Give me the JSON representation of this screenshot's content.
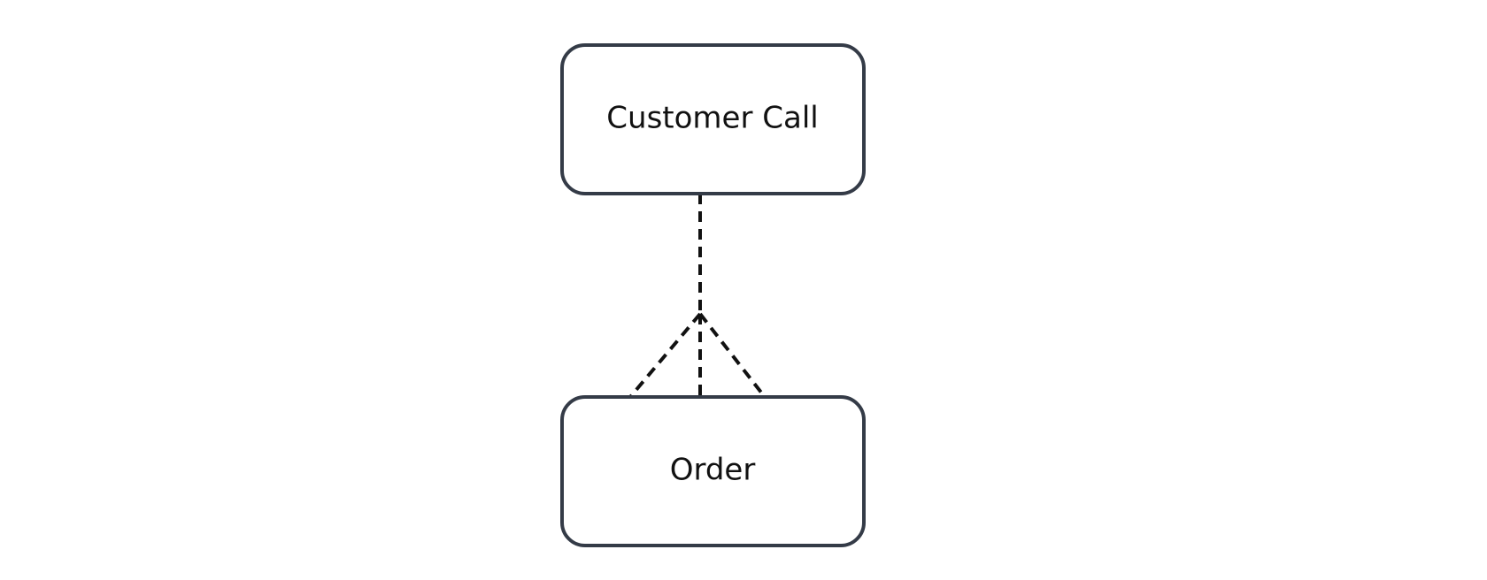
{
  "entities": {
    "top": {
      "label": "Customer Call"
    },
    "bottom": {
      "label": "Order"
    }
  },
  "relationship": {
    "style": "dashed",
    "cardinality_top": "one",
    "cardinality_bottom": "many",
    "line_color": "#111111",
    "box_stroke_color": "#343b47"
  }
}
